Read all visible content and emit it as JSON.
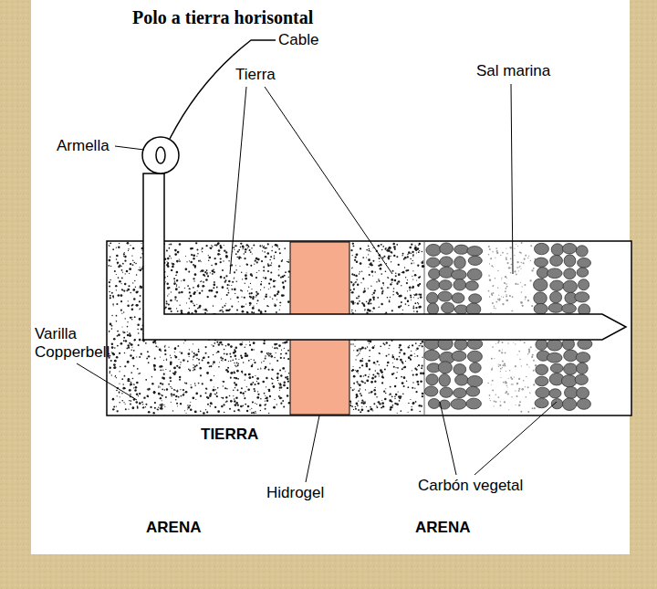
{
  "diagram": {
    "title": "Polo a tierra horisontal",
    "labels": [
      "Cable",
      "Armella",
      "Tierra",
      "Sal marina",
      "Varilla Copperbell",
      "TIERRA",
      "Hidrogel",
      "Carbón vegetal",
      "ARENA",
      "ARENA"
    ]
  }
}
